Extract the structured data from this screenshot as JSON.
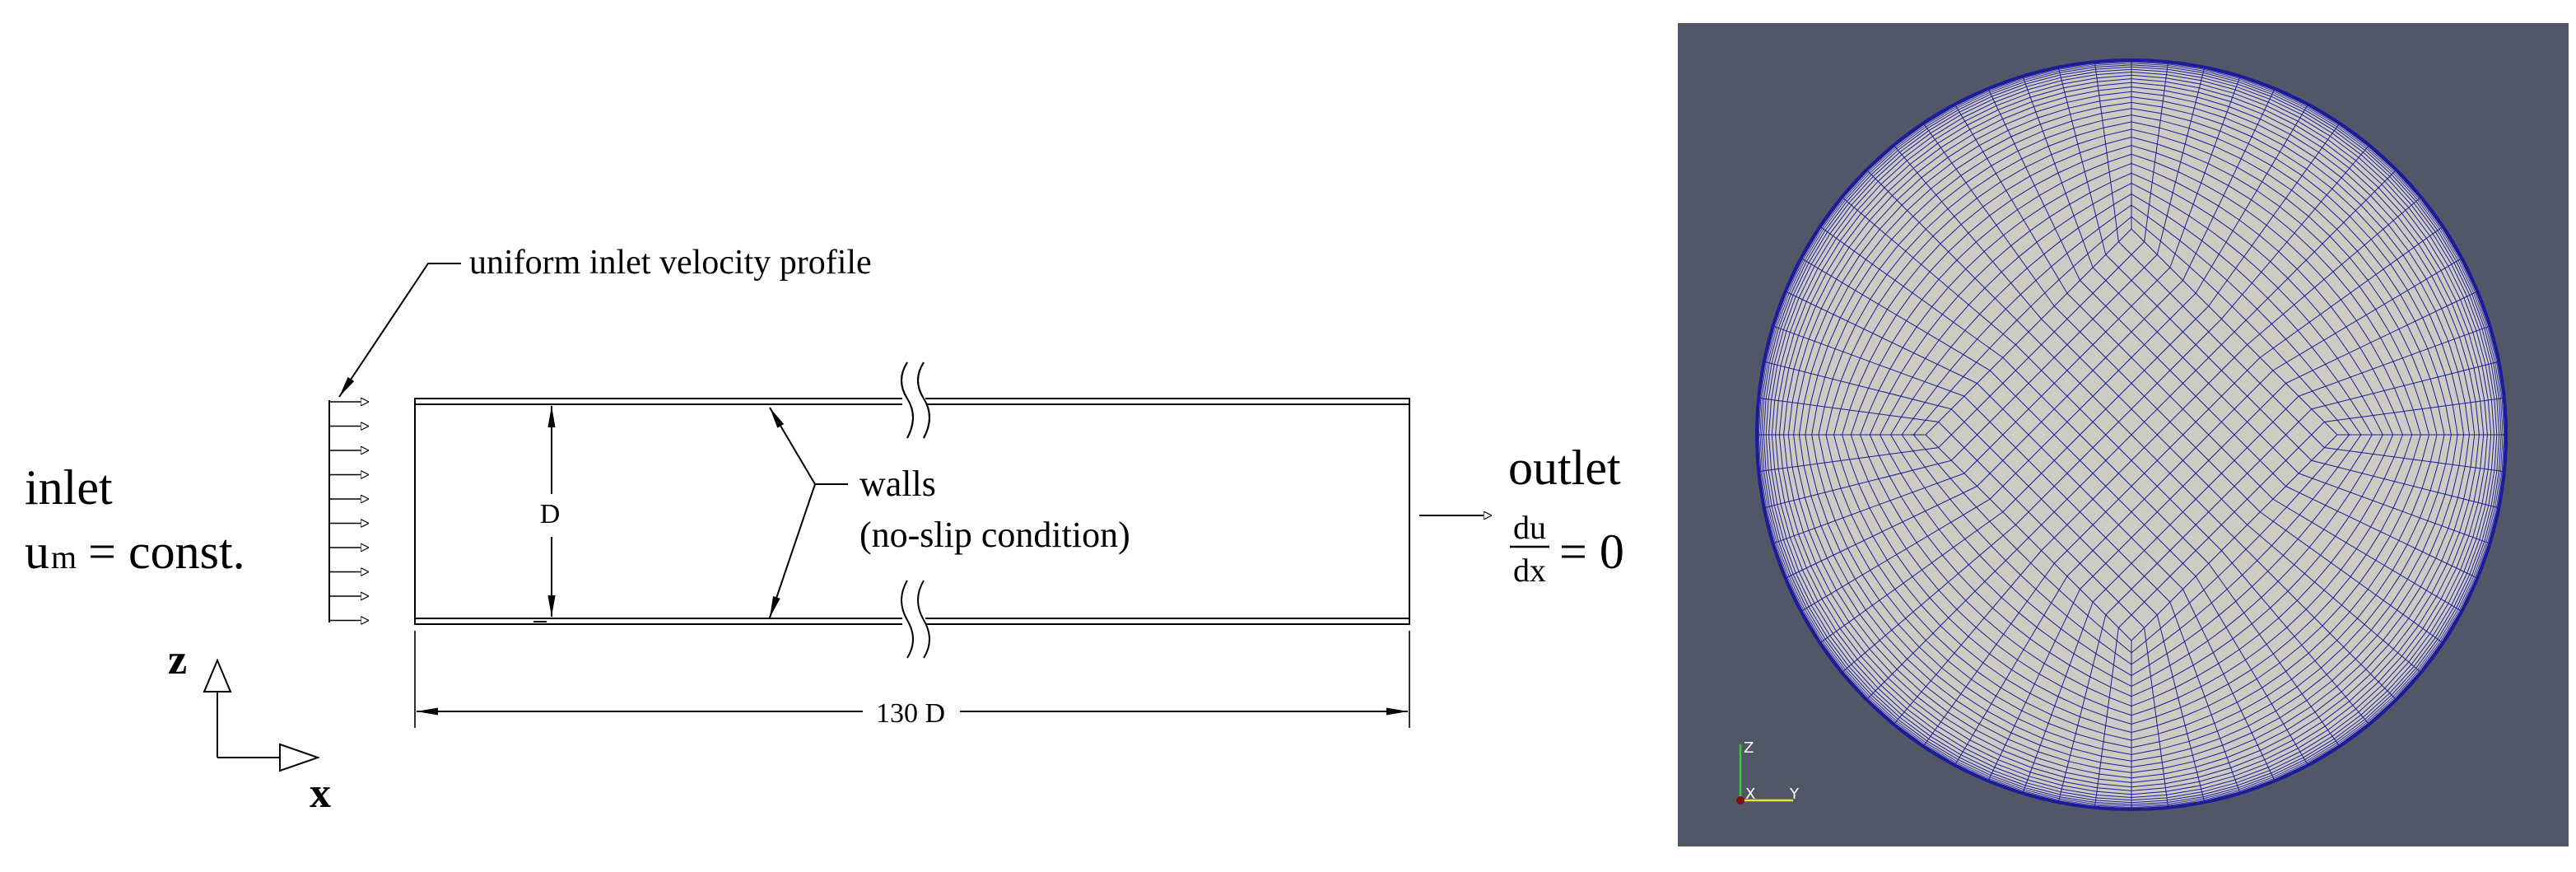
{
  "labels": {
    "inlet": "inlet",
    "inlet_velocity_u": "u",
    "inlet_velocity_sub": "m",
    "inlet_velocity_rest": "= const.",
    "inlet_profile": "uniform inlet velocity profile",
    "diameter": "D",
    "walls": "walls",
    "no_slip": "(no-slip condition)",
    "outlet": "outlet",
    "outlet_numerator": "du",
    "outlet_denominator": "dx",
    "outlet_rhs": "= 0",
    "length": "130 D",
    "axis_z": "z",
    "axis_x": "x"
  },
  "mesh_view": {
    "background": "#525768",
    "face_color": "#cdcbc2",
    "grid_color": "#1c1c9a",
    "axes": {
      "z": "Z",
      "x": "X",
      "y": "Y"
    },
    "axis_colors": {
      "z": "#33cc33",
      "x": "#d94040",
      "y": "#e6e633"
    }
  }
}
